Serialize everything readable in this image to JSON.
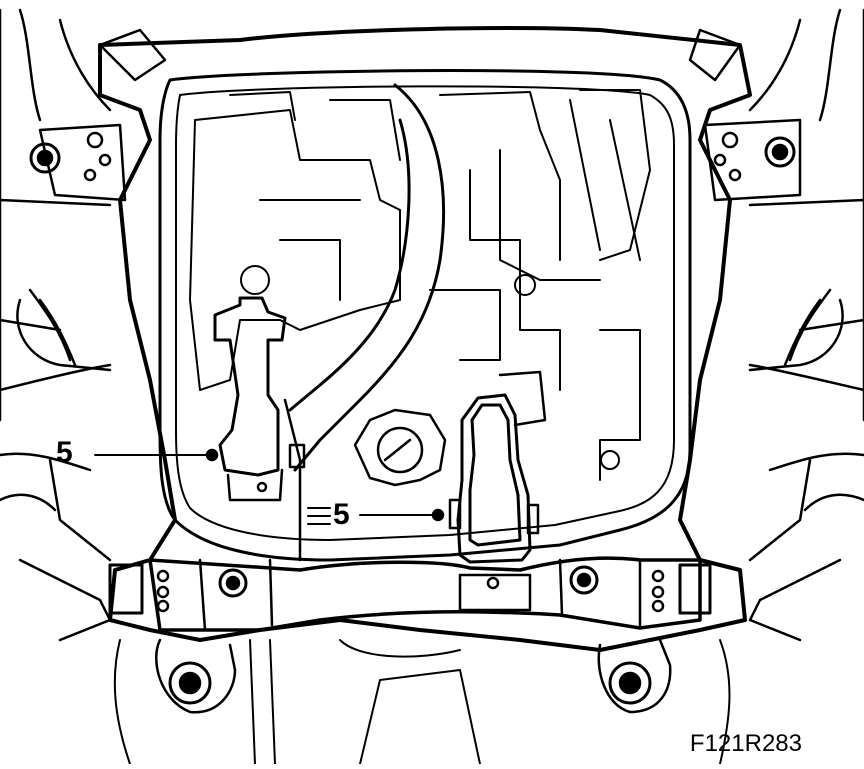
{
  "figure": {
    "code": "F121R283",
    "callouts": [
      {
        "label": "5",
        "target": "left-engine-mount-bolt"
      },
      {
        "label": "5",
        "target": "right-engine-mount-bolt"
      }
    ]
  },
  "colors": {
    "ink": "#000000",
    "paper": "#ffffff"
  }
}
